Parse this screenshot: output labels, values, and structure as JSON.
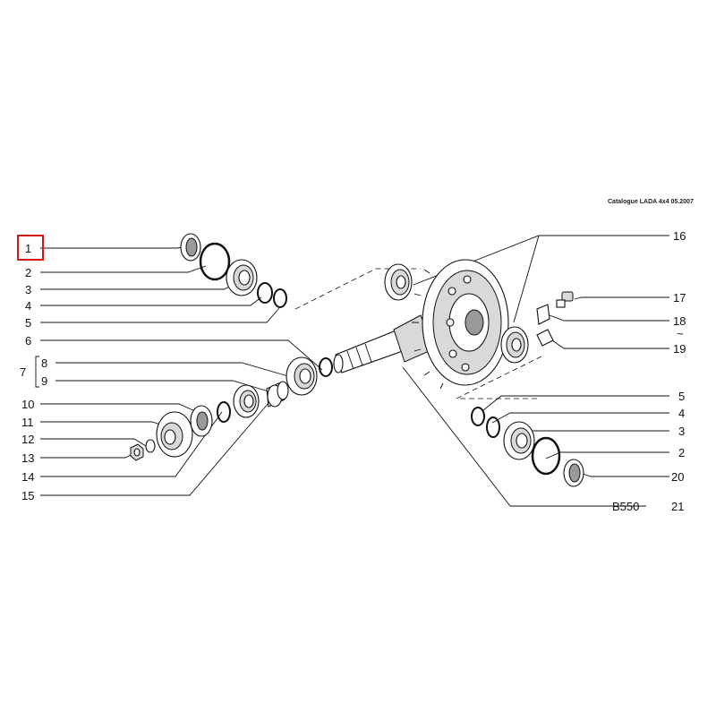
{
  "header": {
    "catalogue_label": "Catalogue LADA 4x4 05.2007"
  },
  "diagram": {
    "code_label": "B550",
    "highlighted_callout": "1",
    "callouts_left": [
      "1",
      "2",
      "3",
      "4",
      "5",
      "6",
      "7",
      "8",
      "9",
      "10",
      "11",
      "12",
      "13",
      "14",
      "15"
    ],
    "callouts_right": [
      "16",
      "17",
      "18",
      "~",
      "19",
      "5",
      "4",
      "3",
      "2",
      "20",
      "21"
    ]
  }
}
